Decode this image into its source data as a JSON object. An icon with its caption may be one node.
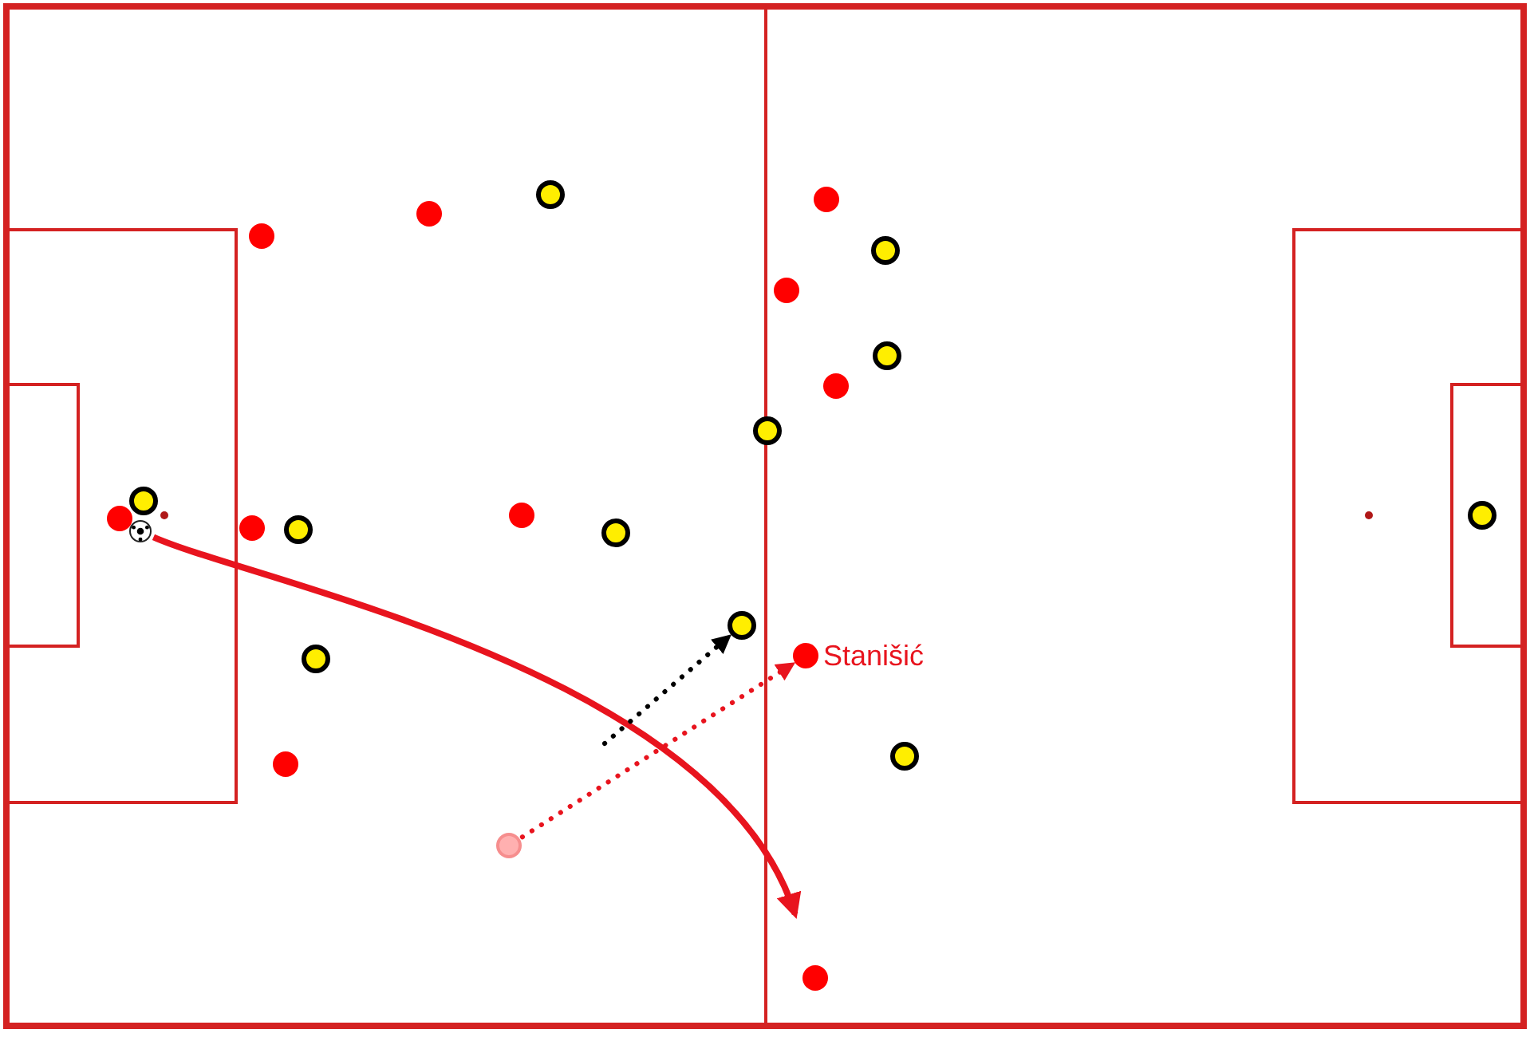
{
  "diagram": {
    "nodes": [
      {
        "text": [],
        "shape": "circle"
      },
      {
        "text": [],
        "shape": "circle"
      },
      {
        "text": [],
        "shape": "circle"
      },
      {
        "text": [],
        "shape": "circle"
      },
      {
        "text": [],
        "shape": "circle"
      },
      {
        "text": [],
        "shape": "circle"
      },
      {
        "text": [],
        "shape": "circle"
      },
      {
        "text": [],
        "shape": "circle"
      },
      {
        "text": [],
        "shape": "circle"
      },
      {
        "text": [],
        "shape": "circle"
      },
      {
        "text": [],
        "shape": "circle"
      },
      {
        "text": [],
        "shape": "circle"
      },
      {
        "text": [],
        "shape": "circle"
      },
      {
        "text": [],
        "shape": "circle"
      },
      {
        "text": [],
        "shape": "ball"
      },
      {
        "text": [],
        "shape": "circle"
      },
      {
        "text": [],
        "shape": "circle"
      },
      {
        "text": [],
        "shape": "circle"
      },
      {
        "text": [],
        "shape": "circle",
        "beside": [
          "Stanišić"
        ]
      },
      {
        "text": [],
        "shape": "circle"
      },
      {
        "text": [],
        "shape": "circle"
      },
      {
        "text": [],
        "shape": "circle"
      },
      {
        "text": [],
        "shape": "circle"
      },
      {
        "text": [],
        "shape": "circle"
      }
    ],
    "edges": [
      {
        "from": 14,
        "to": 23,
        "arrow": "to"
      },
      {
        "from": null,
        "to": 17,
        "arrow": "to",
        "style": "dashed",
        "color": "#000000"
      },
      {
        "from": 22,
        "to": 18,
        "arrow": "to",
        "style": "dashed"
      }
    ]
  }
}
